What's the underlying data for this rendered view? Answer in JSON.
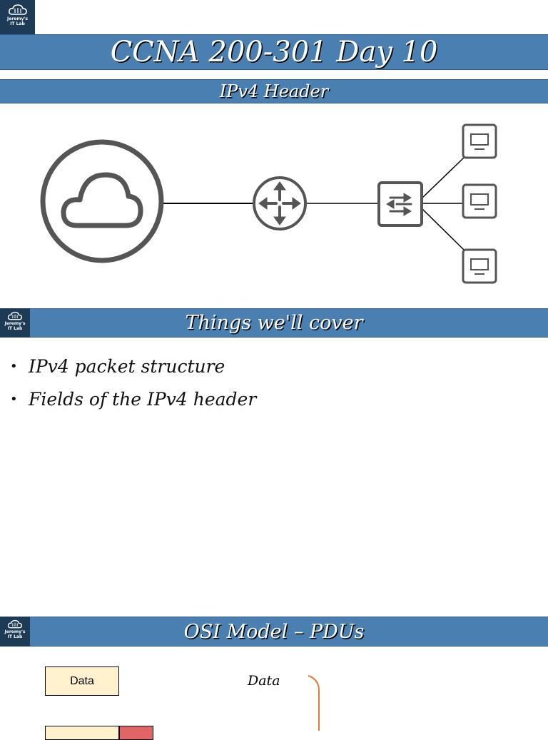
{
  "logo": {
    "line1": "Jeremy's",
    "line2": "IT Lab"
  },
  "slide1": {
    "title": "CCNA 200-301 Day 10",
    "subtitle": "IPv4 Header",
    "diagram": {
      "icons": [
        "cloud-icon",
        "router-icon",
        "switch-icon",
        "pc-icon",
        "pc-icon",
        "pc-icon"
      ]
    }
  },
  "slide2": {
    "heading": "Things we'll cover",
    "bullet_symbol": "•",
    "bullets": [
      "IPv4 packet structure",
      "Fields of the IPv4 header"
    ]
  },
  "slide3": {
    "heading": "OSI Model – PDUs",
    "data_box": "Data",
    "data_label": "Data"
  },
  "colors": {
    "band_blue": "#4a7fb1",
    "logo_navy": "#1d3a57",
    "icon_gray": "#555555",
    "data_box_fill": "#fff2cc",
    "header_red": "#e06666",
    "bracket_orange": "#e07b39"
  }
}
